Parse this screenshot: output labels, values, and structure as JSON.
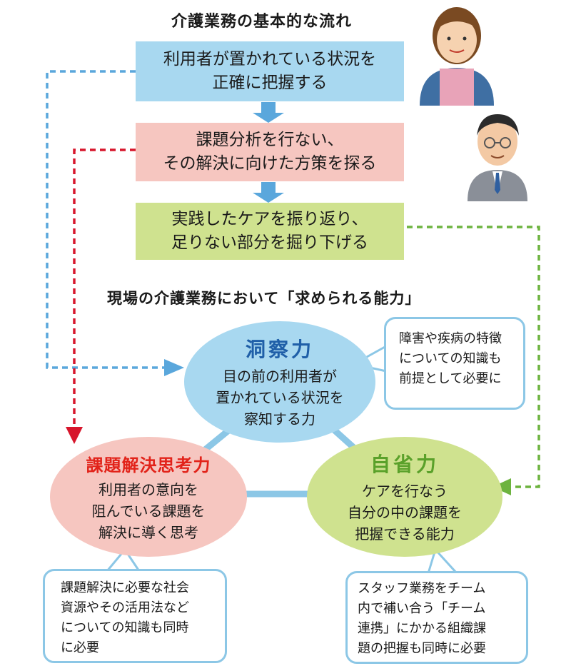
{
  "flow": {
    "title": "介護業務の基本的な流れ",
    "steps": [
      {
        "lines": [
          "利用者が置かれている状況を",
          "正確に把握する"
        ],
        "color": "#a8d8f0"
      },
      {
        "lines": [
          "課題分析を行ない、",
          "その解決に向けた方策を探る"
        ],
        "color": "#f6c6c0"
      },
      {
        "lines": [
          "実践したケアを振り返り、",
          "足りない部分を掘り下げる"
        ],
        "color": "#cfe28f"
      }
    ],
    "arrow_color": "#5aa7dc"
  },
  "abilities": {
    "title": "現場の介護業務において「求められる能力」",
    "insight": {
      "name": "洞察力",
      "name_color": "#1f5fa8",
      "fill": "#a8d8f0",
      "lines": [
        "目の前の利用者が",
        "置かれている状況を",
        "察知する力"
      ]
    },
    "problem_solving": {
      "name": "課題解決思考力",
      "name_color": "#e2231a",
      "fill": "#f6c6c0",
      "lines": [
        "利用者の意向を",
        "阻んでいる課題を",
        "解決に導く思考"
      ]
    },
    "reflection": {
      "name": "自省力",
      "name_color": "#5aa12a",
      "fill": "#cfe28f",
      "lines": [
        "ケアを行なう",
        "自分の中の課題を",
        "把握できる能力"
      ]
    }
  },
  "notes": {
    "insight_note": [
      "障害や疾病の特徴",
      "についての知識も",
      "前提として必要に"
    ],
    "problem_note": [
      "課題解決に必要な社会",
      "資源やその活用法など",
      "についての知識も同時",
      "に必要"
    ],
    "reflection_note": [
      "スタッフ業務をチーム",
      "内で補い合う「チーム",
      "連携」にかかる組織課",
      "題の把握も同時に必要"
    ]
  },
  "colors": {
    "dashed_blue": "#5aa7dc",
    "dashed_red": "#d7162c",
    "dashed_green": "#6db33f",
    "triangle_line": "#8cc7e6",
    "bubble_border": "#8cc7e6"
  },
  "people": [
    "woman-icon",
    "man-with-glasses-icon"
  ]
}
